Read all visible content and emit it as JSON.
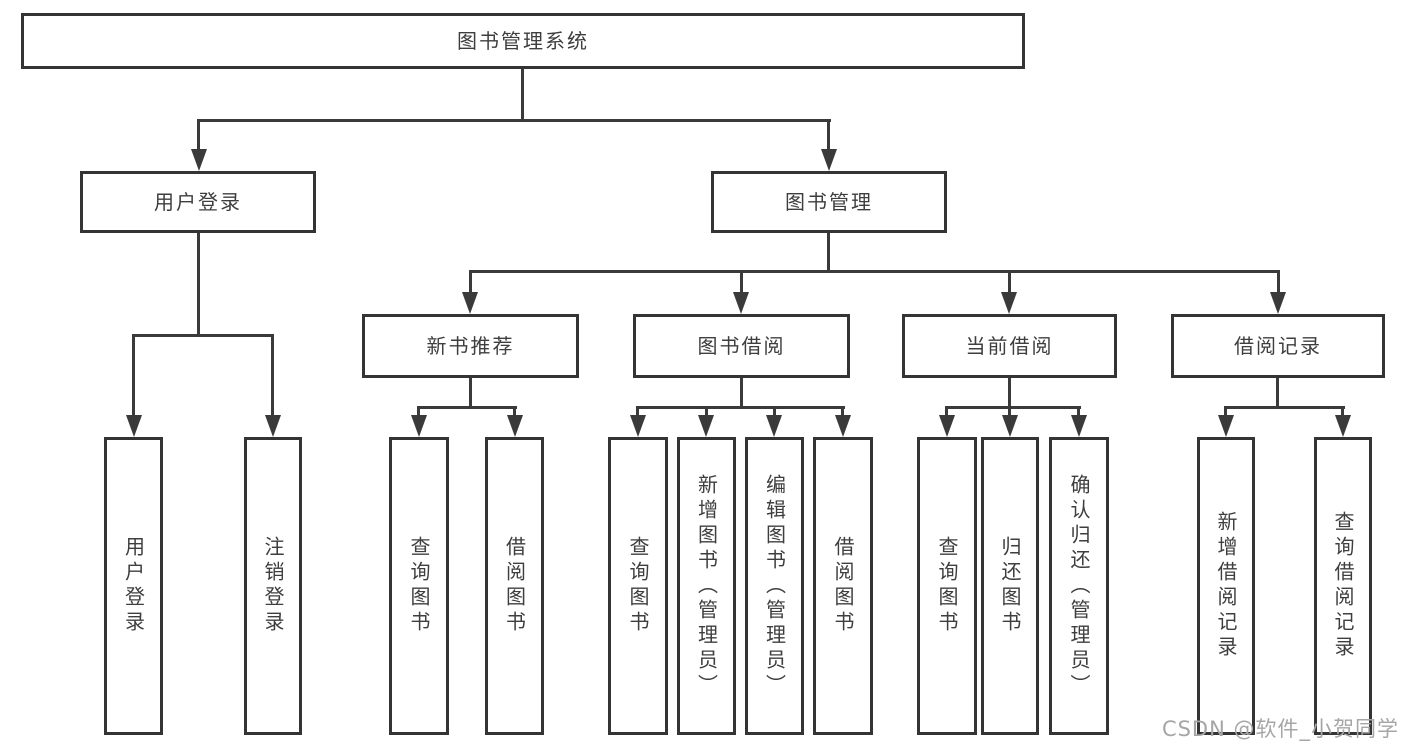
{
  "tree": {
    "root": {
      "label": "图书管理系统"
    },
    "branches": [
      {
        "label": "用户登录",
        "children": [
          {
            "label": "用户登录"
          },
          {
            "label": "注销登录"
          }
        ]
      },
      {
        "label": "图书管理",
        "children": [
          {
            "label": "新书推荐",
            "children": [
              {
                "label": "查询图书"
              },
              {
                "label": "借阅图书"
              }
            ]
          },
          {
            "label": "图书借阅",
            "children": [
              {
                "label": "查询图书"
              },
              {
                "label": "新增图书（管理员）"
              },
              {
                "label": "编辑图书（管理员）"
              },
              {
                "label": "借阅图书"
              }
            ]
          },
          {
            "label": "当前借阅",
            "children": [
              {
                "label": "查询图书"
              },
              {
                "label": "归还图书"
              },
              {
                "label": "确认归还（管理员）"
              }
            ]
          },
          {
            "label": "借阅记录",
            "children": [
              {
                "label": "新增借阅记录"
              },
              {
                "label": "查询借阅记录"
              }
            ]
          }
        ]
      }
    ]
  },
  "watermark": {
    "text": "CSDN @软件_小贺同学"
  },
  "colors": {
    "line": "#3a3a3a",
    "box_border": "#343434",
    "text": "#3e3e3e",
    "watermark": "#a6a6a6",
    "background": "#ffffff"
  }
}
